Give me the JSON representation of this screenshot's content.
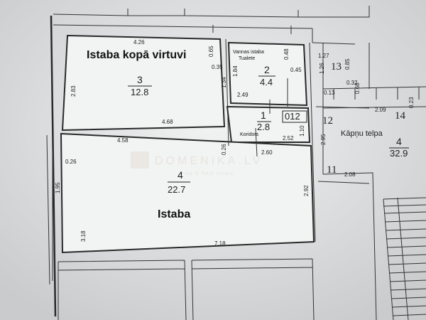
{
  "plan": {
    "room_kitchen": {
      "number": "3",
      "area": "12.8",
      "name": "Istaba kopā virtuvi"
    },
    "room_bath": {
      "number": "2",
      "area": "4.4",
      "name_line1": "Vannas istaba",
      "name_line2": "Tualete"
    },
    "room_corridor": {
      "number": "1",
      "area": "2.8",
      "name": "Koridors",
      "code": "012"
    },
    "room_main": {
      "number": "4",
      "area": "22.7",
      "name": "Istaba"
    },
    "room_stair": {
      "number": "4",
      "area": "32.9",
      "name": "Kāpņu telpa"
    },
    "unit_numbers": {
      "n13": "13",
      "n14": "14",
      "n12": "12",
      "n11": "11"
    },
    "dimensions": {
      "d426": "4.26",
      "d065": "0.65",
      "d035": "0.35",
      "d283": "2.83",
      "d134": "1.34",
      "d468": "4.68",
      "d184": "1.84",
      "d048": "0.48",
      "d045": "0.45",
      "d249": "2.49",
      "d252": "2.52",
      "d110": "1.10",
      "d260": "2.60",
      "d458": "4.58",
      "d026a": "0.26",
      "d026b": "0.26",
      "d195": "1.95",
      "d292": "2.92",
      "d318": "3.18",
      "d718": "7.18",
      "d127": "1.27",
      "d126": "1.26",
      "d085": "0.85",
      "d032": "0.32",
      "d013": "0.13",
      "d068": "0.68",
      "d209": "2.09",
      "d023": "0.23",
      "d295": "2.95",
      "d208": "2.08"
    },
    "watermark": {
      "brand": "DOMENIKA.LV",
      "tagline": "Law & Real estate"
    }
  }
}
